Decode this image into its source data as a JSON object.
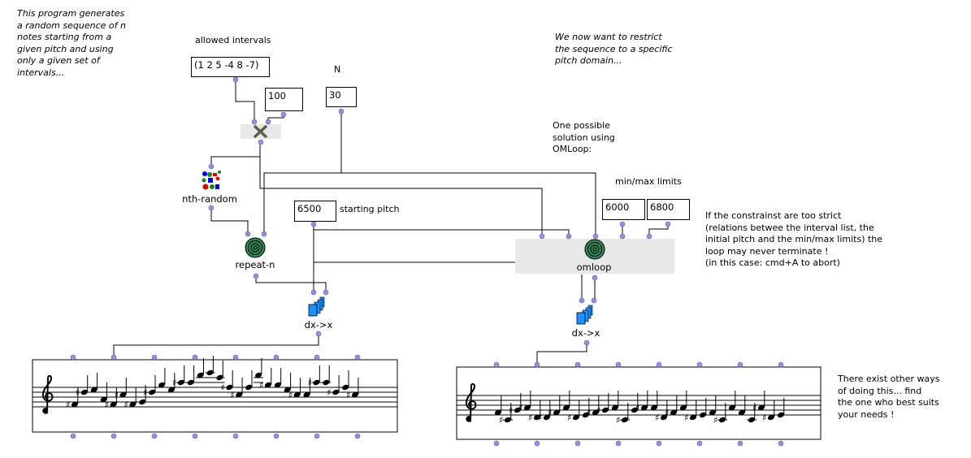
{
  "comments": {
    "intro": [
      "This program generates",
      "a random sequence of n",
      "notes starting from a",
      "given pitch and using",
      "only a given set of",
      "intervals..."
    ],
    "restrict": [
      "We now want to restrict",
      "the sequence to a specific",
      "pitch domain..."
    ],
    "solution": [
      "One possible",
      "solution using",
      "OMLoop:"
    ],
    "warning": [
      "If the constrainst are too strict",
      "(relations betwee the interval list, the",
      "initial pitch and the min/max limits) the",
      "loop may never terminate !",
      "(in this case: cmd+A to abort)"
    ],
    "other": [
      "There exist other ways",
      "of doing this... find",
      "the one who best suits",
      "your needs !"
    ]
  },
  "labels": {
    "allowed_intervals": "allowed intervals",
    "n": "N",
    "starting_pitch": "starting pitch",
    "min_max": "min/max limits"
  },
  "values": {
    "intervals": "(1 2 5 -4 8 -7)",
    "factor": "100",
    "n": "30",
    "start_pitch": "6500",
    "min": "6000",
    "max": "6800"
  },
  "boxes": {
    "multiply": {
      "icon": "multiply-icon"
    },
    "nth_random": {
      "label": "nth-random",
      "icon": "random-dots-icon"
    },
    "repeat_n": {
      "label": "repeat-n",
      "icon": "spiral-icon"
    },
    "dx_x_left": {
      "label": "dx->x",
      "icon": "stacked-pages-icon"
    },
    "omloop": {
      "label": "omloop",
      "icon": "spiral-icon"
    },
    "dx_x_right": {
      "label": "dx->x",
      "icon": "stacked-pages-icon"
    }
  },
  "scores": [
    {
      "clef": "treble",
      "notes": [
        "F#4",
        "D#5",
        "E5",
        "A4",
        "F#4",
        "C#5",
        "F#4",
        "G4",
        "D#5",
        "G5",
        "E5",
        "A#5",
        "A5",
        "D6",
        "E6",
        "C6",
        "F#5",
        "C#5",
        "F5",
        "D6",
        "G#5",
        "G5",
        "E5",
        "C#5",
        "C5",
        "A#5",
        "A5",
        "D#5",
        "F5",
        "C#5"
      ]
    },
    {
      "clef": "treble",
      "notes": [
        "F4",
        "C#4",
        "G#4",
        "A#4",
        "D#4",
        "D#4",
        "F#4",
        "A4",
        "D#4",
        "E4",
        "F#4",
        "G#4",
        "A4",
        "C#4",
        "G4",
        "A#4",
        "A4",
        "D#4",
        "F#4",
        "A4",
        "D#4",
        "E4",
        "F4",
        "C#4",
        "A4",
        "F4",
        "C4",
        "A#4",
        "D#4",
        "E4"
      ]
    }
  ],
  "colors": {
    "port": "#9090dc",
    "box_bg": "#e8e8e8",
    "spiral": "#2e8b57",
    "dx_icon": "#1e90ff"
  }
}
